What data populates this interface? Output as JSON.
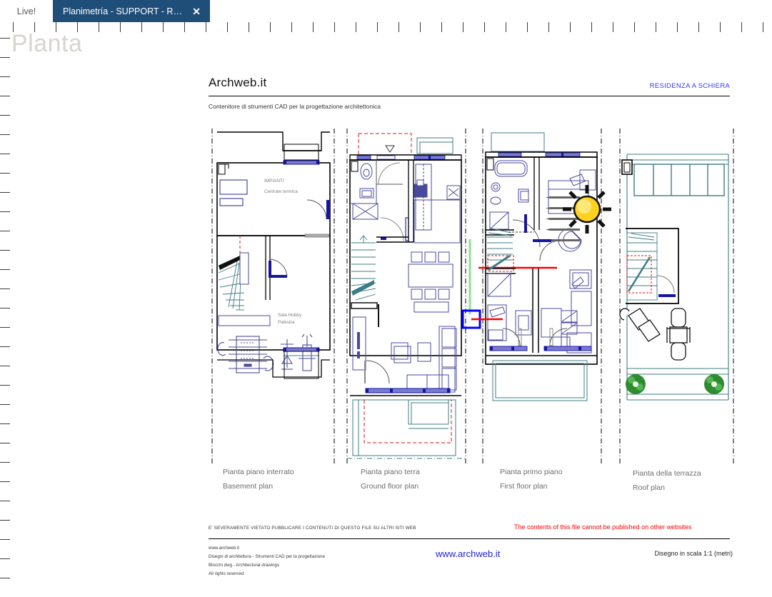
{
  "window": {
    "live_label": "Live!",
    "tab_title": "Planimetría - SUPPORT - Rend...",
    "close_icon": "close-icon",
    "watermark": "Planta"
  },
  "sheet": {
    "brand": "Archweb.it",
    "sheet_type": "RESIDENZA A SCHIERA",
    "subtitle": "Contenitore di strumenti CAD per la progettazione architettonica",
    "plans": [
      {
        "label_it": "Pianta piano interrato",
        "label_en": "Basement plan",
        "room_labels": [
          "IMPIANTI",
          "Centrale termica",
          "Sala Hobby",
          "Palestra"
        ]
      },
      {
        "label_it": "Pianta piano terra",
        "label_en": "Ground floor plan",
        "room_labels": []
      },
      {
        "label_it": "Pianta primo piano",
        "label_en": "First floor plan",
        "room_labels": []
      },
      {
        "label_it": "Pianta della terrazza",
        "label_en": "Roof plan",
        "room_labels": []
      }
    ],
    "footer": {
      "warning_it": "E' SEVERAMENTE VIETATO PUBBLICARE I CONTENUTI DI QUESTO FILE SU ALTRI SITI WEB",
      "warning_en": "The contents of this file cannot be published on other websites",
      "credits": [
        "www.archweb.it",
        "Disegni di architettura - Strumenti CAD  per la progettazione",
        "Blocchi dwg - Architectural drawings",
        "All rights reserved"
      ],
      "url": "www.archweb.it",
      "scale": "Disegno in scala 1:1 (metri)"
    }
  },
  "colors": {
    "tab_active": "#1f4e79",
    "accent_blue": "#3a3af0",
    "warning_red": "#ff0000",
    "wall_black": "#000000",
    "furniture_blue": "#4a4a9c",
    "teal": "#3d7c85",
    "green_line": "#8fe08f",
    "tree_green": "#2e8b2e",
    "sun_yellow": "#ffd21e",
    "watermark_grey": "#d8d4cf"
  },
  "ruler": {
    "top_tick_count": 36,
    "top_tick_spacing": 30,
    "left_tick_count": 29,
    "left_tick_spacing": 27
  }
}
